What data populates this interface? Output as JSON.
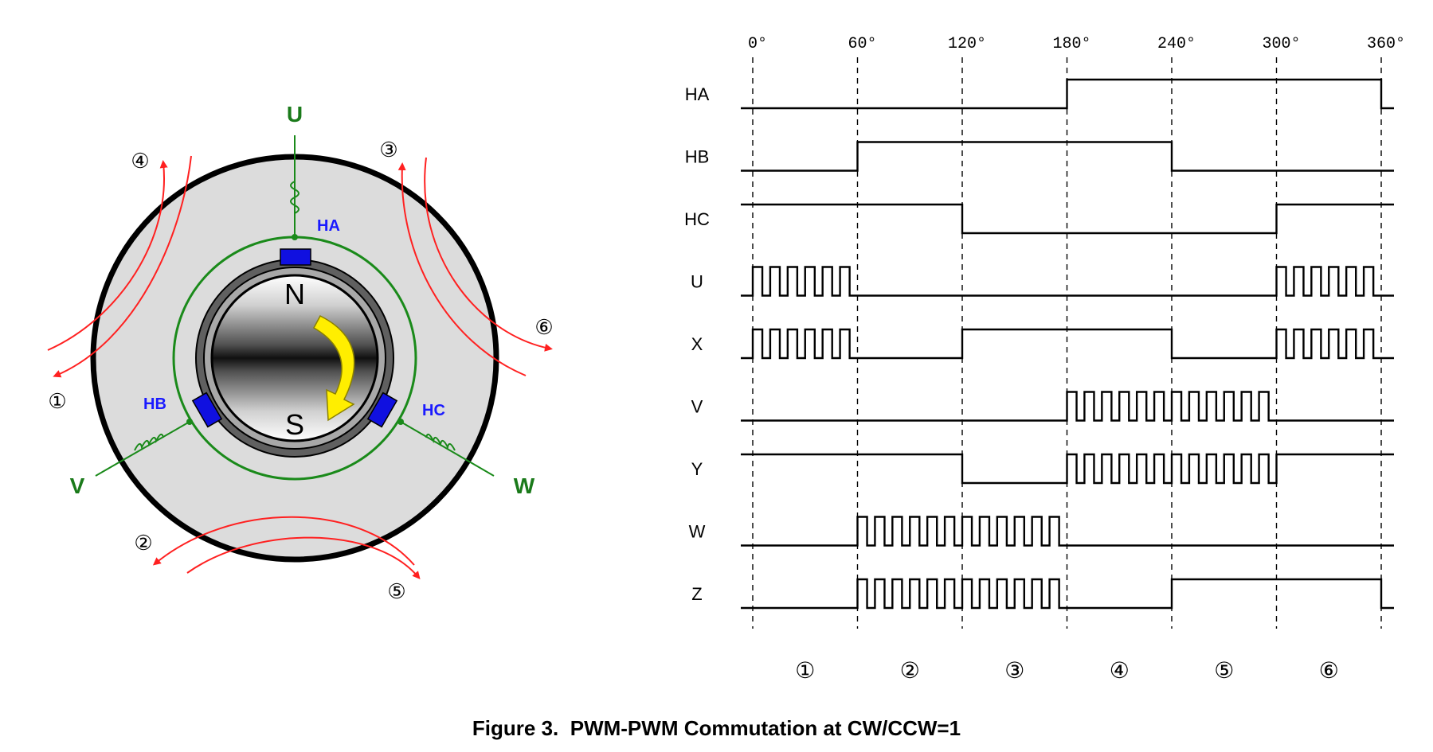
{
  "motor": {
    "phases": {
      "u": "U",
      "v": "V",
      "w": "W"
    },
    "halls": {
      "ha": "HA",
      "hb": "HB",
      "hc": "HC"
    },
    "rotor_poles": {
      "north": "N",
      "south": "S"
    },
    "flux_markers": [
      "①",
      "②",
      "③",
      "④",
      "⑤",
      "⑥"
    ]
  },
  "timing": {
    "angles": [
      "0°",
      "60°",
      "120°",
      "180°",
      "240°",
      "300°",
      "360°"
    ],
    "step_labels": [
      "①",
      "②",
      "③",
      "④",
      "⑤",
      "⑥"
    ],
    "signals": [
      {
        "name": "HA",
        "kind": "level",
        "levels": [
          0,
          0,
          0,
          1,
          1,
          1
        ]
      },
      {
        "name": "HB",
        "kind": "level",
        "levels": [
          0,
          1,
          1,
          1,
          0,
          0
        ]
      },
      {
        "name": "HC",
        "kind": "level",
        "levels": [
          1,
          1,
          0,
          0,
          0,
          1
        ]
      },
      {
        "name": "U",
        "kind": "pwm",
        "levels": [
          "P",
          0,
          0,
          0,
          0,
          "P"
        ]
      },
      {
        "name": "X",
        "kind": "pwm",
        "levels": [
          "P",
          0,
          1,
          1,
          0,
          "P"
        ]
      },
      {
        "name": "V",
        "kind": "pwm",
        "levels": [
          0,
          0,
          0,
          "P",
          "P",
          0
        ]
      },
      {
        "name": "Y",
        "kind": "pwm",
        "levels": [
          1,
          1,
          0,
          "P",
          "P",
          1
        ]
      },
      {
        "name": "W",
        "kind": "pwm",
        "levels": [
          0,
          "P",
          "P",
          0,
          0,
          0
        ]
      },
      {
        "name": "Z",
        "kind": "pwm",
        "levels": [
          0,
          "P",
          "P",
          0,
          1,
          1
        ]
      }
    ]
  },
  "caption": {
    "number": "Figure 3.",
    "title": "PWM-PWM Commutation at CW/CCW=1"
  },
  "colors": {
    "phase_text": "#1a7a1a",
    "hall_text": "#1a1aff",
    "hall_sensor": "#1010e0",
    "winding": "#1a8a1a",
    "flux": "#ff2020",
    "arrow": "#ffee00",
    "stator": "#dcdcdc"
  }
}
